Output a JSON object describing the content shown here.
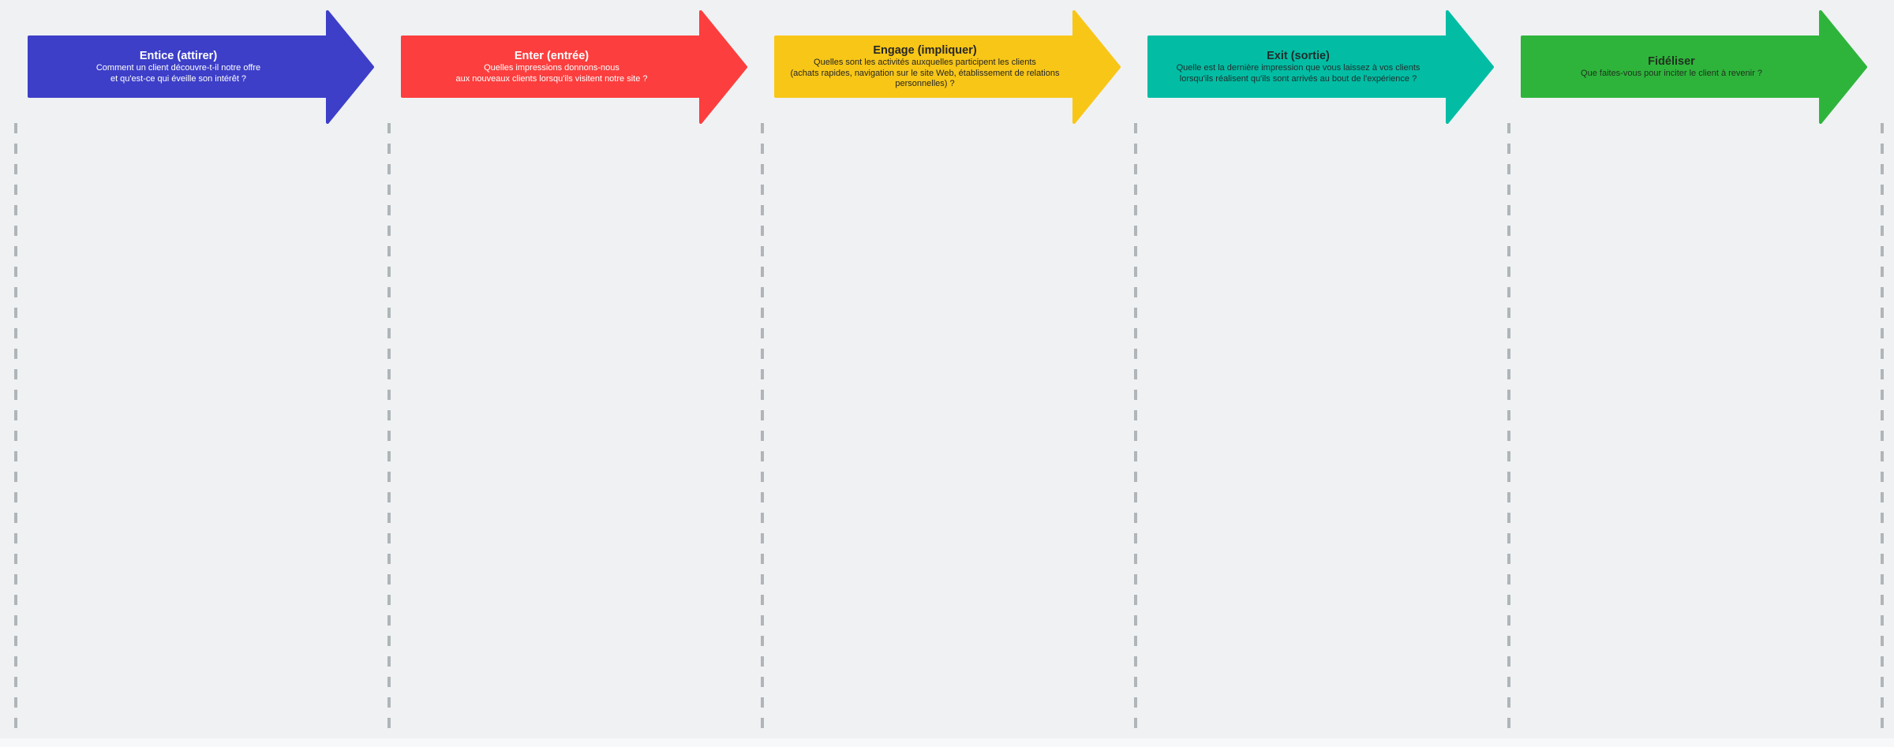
{
  "board": {
    "background_color": "#eff1f3",
    "bottom_band_color": "#f7f8f9",
    "lane_divider_color": "#afb5b9",
    "lane_count": 5
  },
  "stages": [
    {
      "title": "Entice (attirer)",
      "description_lines": [
        "Comment un client découvre-t-il notre offre",
        "et qu'est-ce qui éveille son intérêt ?"
      ],
      "arrow_color": "#3d3fc8",
      "text_color": "#ffffff"
    },
    {
      "title": "Enter (entrée)",
      "description_lines": [
        "Quelles impressions donnons-nous",
        "aux nouveaux clients lorsqu'ils visitent notre site ?"
      ],
      "arrow_color": "#fc3e3e",
      "text_color": "#ffffff"
    },
    {
      "title": "Engage (impliquer)",
      "description_lines": [
        "Quelles sont les activités auxquelles participent les clients",
        "(achats rapides, navigation sur le site Web, établissement de relations",
        "personnelles) ?"
      ],
      "arrow_color": "#f8c617",
      "text_color": "#262626"
    },
    {
      "title": "Exit (sortie)",
      "description_lines": [
        "Quelle est la dernière impression que vous laissez à vos clients",
        "lorsqu'ils réalisent qu'ils sont arrivés au bout de l'expérience ?"
      ],
      "arrow_color": "#02bda4",
      "text_color": "#1f2d2c"
    },
    {
      "title": "Fidéliser",
      "description_lines": [
        "Que faites-vous pour inciter le client à revenir ?"
      ],
      "arrow_color": "#2eb43b",
      "text_color": "#20321f"
    }
  ]
}
